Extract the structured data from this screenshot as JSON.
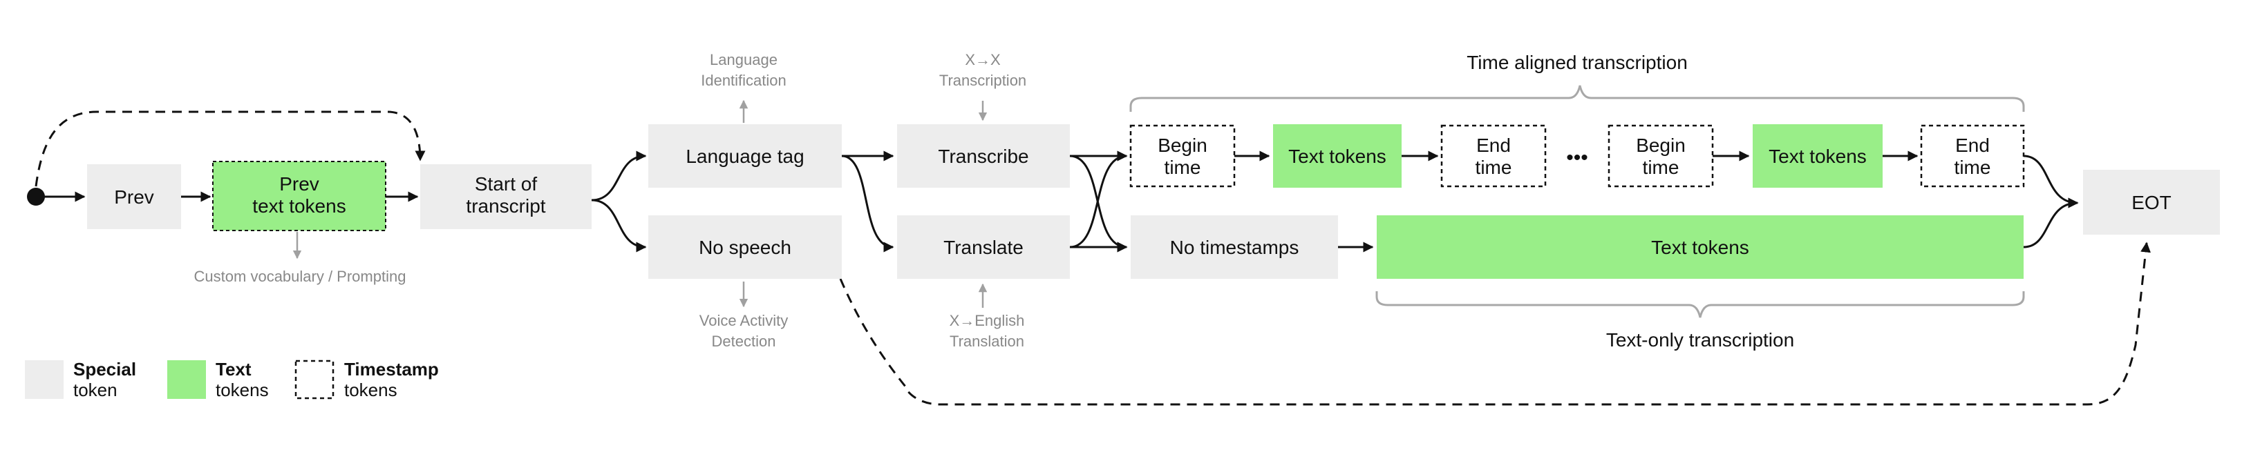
{
  "colors": {
    "special": "#ededed",
    "text": "#99ee88",
    "line": "#111111",
    "note": "#888888",
    "brace": "#a8a8a8"
  },
  "tokens": {
    "prev": "Prev",
    "prev_text_line1": "Prev",
    "prev_text_line2": "text tokens",
    "start_line1": "Start of",
    "start_line2": "transcript",
    "language_tag": "Language tag",
    "no_speech": "No speech",
    "transcribe": "Transcribe",
    "translate": "Translate",
    "begin_time_1_line1": "Begin",
    "begin_time_1_line2": "time",
    "text_tokens_1": "Text tokens",
    "end_time_1_line1": "End",
    "end_time_1_line2": "time",
    "ellipsis": "•••",
    "begin_time_2_line1": "Begin",
    "begin_time_2_line2": "time",
    "text_tokens_2": "Text tokens",
    "end_time_2_line1": "End",
    "end_time_2_line2": "time",
    "no_timestamps": "No timestamps",
    "text_tokens_long": "Text tokens",
    "eot": "EOT"
  },
  "notes": {
    "language_id_line1": "Language",
    "language_id_line2": "Identification",
    "xx_line1": "X→X",
    "xx_line2": "Transcription",
    "custom_vocab": "Custom vocabulary / Prompting",
    "vad_line1": "Voice Activity",
    "vad_line2": "Detection",
    "xen_line1": "X→English",
    "xen_line2": "Translation"
  },
  "braces": {
    "time_aligned": "Time aligned transcription",
    "text_only": "Text-only transcription"
  },
  "legend": {
    "special_bold": "Special",
    "special_norm": "token",
    "text_bold": "Text",
    "text_norm": "tokens",
    "timestamp_bold": "Timestamp",
    "timestamp_norm": "tokens"
  }
}
